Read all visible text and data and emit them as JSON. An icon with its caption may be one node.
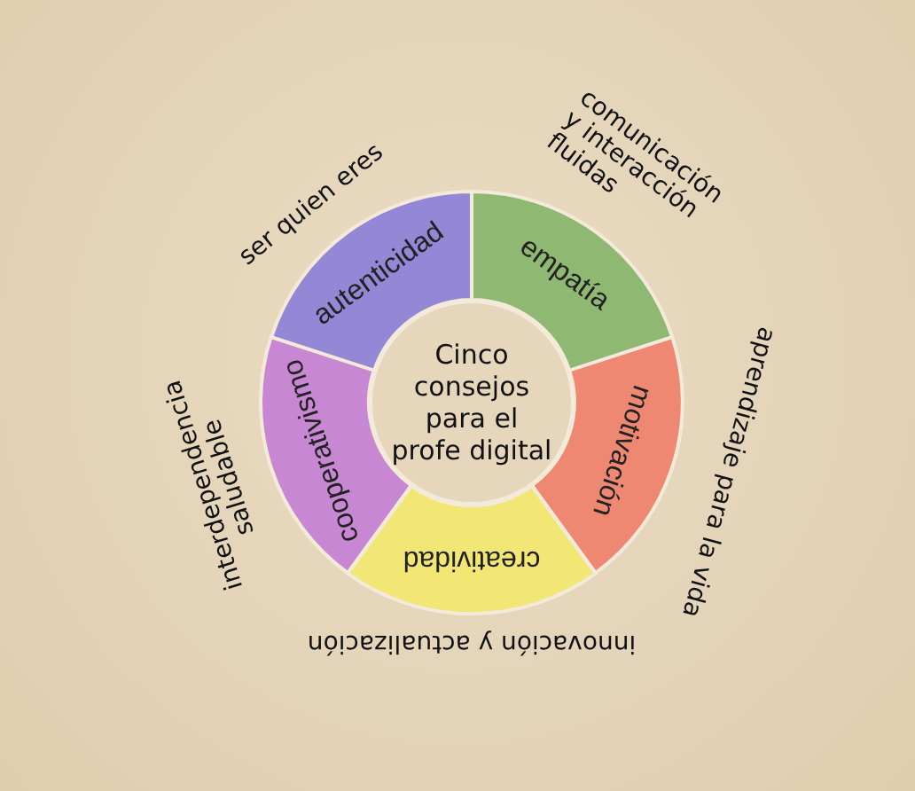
{
  "diagram": {
    "nodes": [
      {
        "text": [
          "Cinco consejos para el profe digital"
        ]
      },
      {
        "text": [
          "autenticidad"
        ],
        "beside": [
          "ser quien eres"
        ]
      },
      {
        "text": [
          "empatía"
        ],
        "beside": [
          "comunicación y interacción fluidas"
        ]
      },
      {
        "text": [
          "motivación"
        ],
        "beside": [
          "aprendizaje para la vida"
        ]
      },
      {
        "text": [
          "creatividad"
        ],
        "beside": [
          "innovación y actualización"
        ]
      },
      {
        "text": [
          "cooperativismo"
        ],
        "beside": [
          "interdependencia saludable"
        ]
      }
    ]
  }
}
